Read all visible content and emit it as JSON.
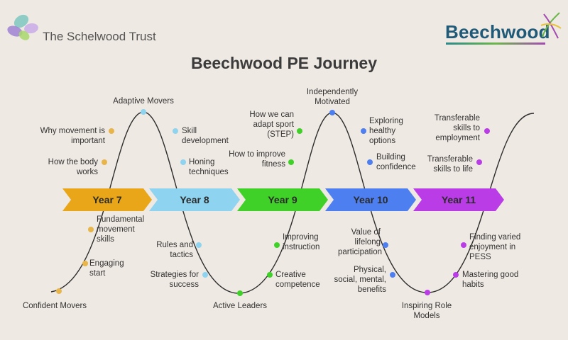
{
  "header": {
    "trust_name": "The Schelwood Trust",
    "school_logo_text": "Beechwood",
    "title": "Beechwood PE Journey"
  },
  "years": [
    {
      "label": "Year 7",
      "color": "#e8a618"
    },
    {
      "label": "Year 8",
      "color": "#8ed3ef"
    },
    {
      "label": "Year 9",
      "color": "#3fd128"
    },
    {
      "label": "Year 10",
      "color": "#4d7ff0"
    },
    {
      "label": "Year 11",
      "color": "#b93ce6"
    }
  ],
  "milestones": {
    "confident_movers": "Confident Movers",
    "engaging_start": "Engaging start",
    "fundamental_skills": "Fundamental movement skills",
    "how_the_body_works": "How the body works",
    "why_movement": "Why movement is important",
    "adaptive_movers": "Adaptive Movers",
    "skill_development": "Skill development",
    "honing_techniques": "Honing techniques",
    "rules_and_tactics": "Rules and tactics",
    "strategies_for_success": "Strategies for success",
    "active_leaders": "Active Leaders",
    "creative_competence": "Creative competence",
    "improving_instruction": "Improving instruction",
    "how_to_improve_fitness": "How to improve fitness",
    "adapt_sport_step": "How we can adapt sport (STEP)",
    "independently_motivated": "Independently Motivated",
    "exploring_healthy_options": "Exploring healthy options",
    "building_confidence": "Building confidence",
    "value_lifelong": "Value of lifelong participation",
    "physical_social_mental": "Physical, social, mental, benefits",
    "inspiring_role_models": "Inspiring Role Models",
    "mastering_good_habits": "Mastering good habits",
    "finding_varied_enjoyment": "Finding varied enjoyment in PESS",
    "transferable_life": "Transferable skills to life",
    "transferable_employment": "Transferable skills to employment"
  },
  "colors": {
    "background": "#efe9e3",
    "year7": "#e8a618",
    "year8": "#8ed3ef",
    "year9": "#3fd128",
    "year10": "#4d7ff0",
    "year11": "#b93ce6"
  }
}
